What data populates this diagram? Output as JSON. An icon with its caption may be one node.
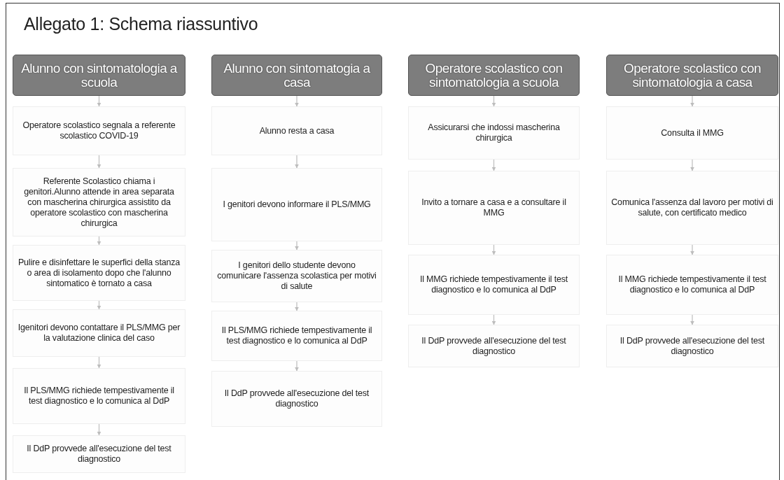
{
  "diagram": {
    "title": "Allegato 1: Schema riassuntivo",
    "nodes": [
      {
        "text": [
          "Alunno con sintomatologia a scuola"
        ]
      },
      {
        "text": [
          "Operatore scolastico segnala a referente scolastico COVID-19"
        ]
      },
      {
        "text": [
          "Referente Scolastico chiama i genitori.Alunno attende in area separata con mascherina chirurgica assistito da operatore scolastico con mascherina chirurgica"
        ]
      },
      {
        "text": [
          "Pulire e disinfettare le superfici della stanza o area di isolamento dopo che l'alunno sintomatico è tornato a casa"
        ]
      },
      {
        "text": [
          "Igenitori devono contattare il PLS/MMG per la valutazione clinica del caso"
        ]
      },
      {
        "text": [
          "Il PLS/MMG richiede tempestivamente il test diagnostico e lo comunica al DdP"
        ]
      },
      {
        "text": [
          "Il DdP provvede all'esecuzione del test diagnostico"
        ]
      },
      {
        "text": [
          "Alunno con sintomatogia a casa"
        ]
      },
      {
        "text": [
          "Alunno resta a casa"
        ]
      },
      {
        "text": [
          "I genitori devono informare il PLS/MMG"
        ]
      },
      {
        "text": [
          "I genitori dello studente devono comunicare l'assenza scolastica per motivi di salute"
        ]
      },
      {
        "text": [
          "Il PLS/MMG richiede tempestivamente il test diagnostico e lo comunica al DdP"
        ]
      },
      {
        "text": [
          "Il DdP provvede all'esecuzione del test diagnostico"
        ]
      },
      {
        "text": [
          "Operatore scolastico con sintomatologia a scuola"
        ]
      },
      {
        "text": [
          "Assicurarsi che indossi mascherina chirurgica"
        ]
      },
      {
        "text": [
          "Invito a tornare a casa e a consultare il MMG"
        ]
      },
      {
        "text": [
          "Il MMG richiede tempestivamente il test diagnostico e lo comunica al DdP"
        ]
      },
      {
        "text": [
          "Il DdP provvede all'esecuzione del test diagnostico"
        ]
      },
      {
        "text": [
          "Operatore scolastico con sintomatologia a casa"
        ]
      },
      {
        "text": [
          "Consulta il MMG"
        ]
      },
      {
        "text": [
          "Comunica l'assenza dal lavoro per motivi di salute, con certificato medico"
        ]
      },
      {
        "text": [
          "Il MMG richiede tempestivamente il test diagnostico e lo comunica al DdP"
        ]
      },
      {
        "text": [
          "Il DdP provvede all'esecuzione del test diagnostico"
        ]
      }
    ],
    "edges": [
      {
        "from": 0,
        "to": 1,
        "arrow": "to"
      },
      {
        "from": 1,
        "to": 2,
        "arrow": "to"
      },
      {
        "from": 2,
        "to": 3,
        "arrow": "to"
      },
      {
        "from": 3,
        "to": 4,
        "arrow": "to"
      },
      {
        "from": 4,
        "to": 5,
        "arrow": "to"
      },
      {
        "from": 5,
        "to": 6,
        "arrow": "to"
      },
      {
        "from": 7,
        "to": 8,
        "arrow": "to"
      },
      {
        "from": 8,
        "to": 9,
        "arrow": "to"
      },
      {
        "from": 9,
        "to": 10,
        "arrow": "to"
      },
      {
        "from": 10,
        "to": 11,
        "arrow": "to"
      },
      {
        "from": 11,
        "to": 12,
        "arrow": "to"
      },
      {
        "from": 13,
        "to": 14,
        "arrow": "to"
      },
      {
        "from": 14,
        "to": 15,
        "arrow": "to"
      },
      {
        "from": 15,
        "to": 16,
        "arrow": "to"
      },
      {
        "from": 16,
        "to": 17,
        "arrow": "to"
      },
      {
        "from": 18,
        "to": 19,
        "arrow": "to"
      },
      {
        "from": 19,
        "to": 20,
        "arrow": "to"
      },
      {
        "from": 20,
        "to": 21,
        "arrow": "to"
      },
      {
        "from": 21,
        "to": 22,
        "arrow": "to"
      }
    ]
  }
}
